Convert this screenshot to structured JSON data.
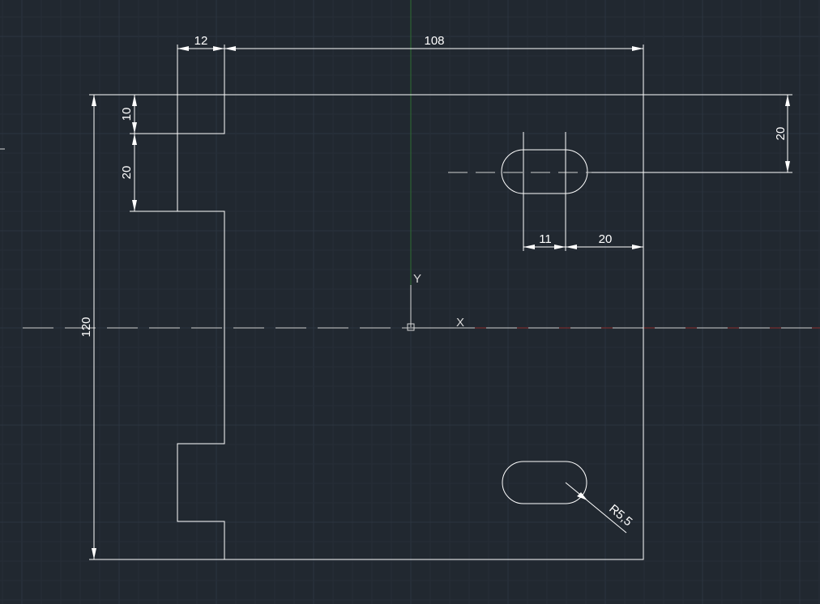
{
  "viewport": {
    "background_color": "#212830",
    "grid_minor_color": "#262e37",
    "grid_major_color": "#2c3540",
    "object_line_color": "#ffffff",
    "center_line_color": "#cfcfcf",
    "x_axis_color": "#8a2e2e",
    "y_axis_color": "#2e6e32"
  },
  "dimensions": {
    "top_notch_width": "12",
    "overall_width": "108",
    "top_notch_depth": "10",
    "notch_height": "20",
    "overall_height": "120",
    "slot_offset_from_top": "20",
    "slot_center_spacing": "11",
    "slot_offset_from_right": "20",
    "slot_radius": "R5,5"
  },
  "ucs": {
    "x_label": "X",
    "y_label": "Y"
  }
}
